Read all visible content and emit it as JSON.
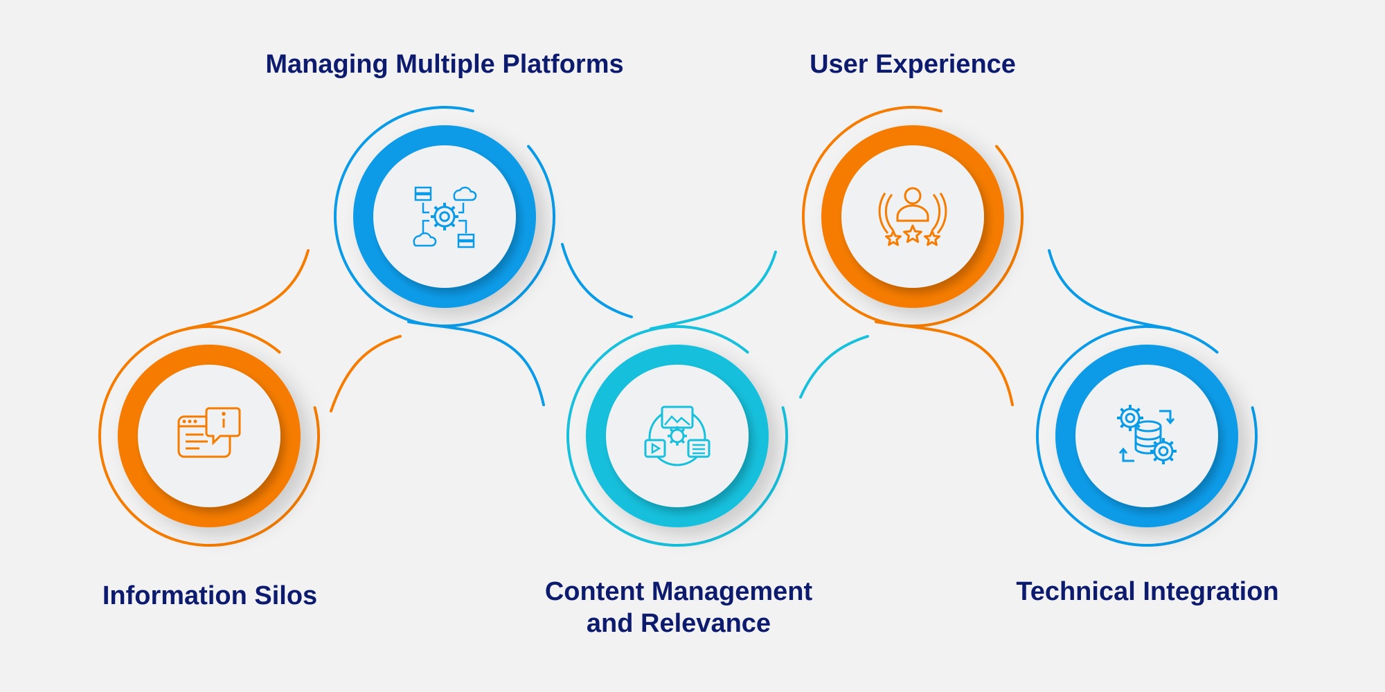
{
  "steps": [
    {
      "title_lines": [
        "Information Silos"
      ],
      "color": "#f57c00",
      "icon": "info-browser-icon"
    },
    {
      "title_lines": [
        "Managing Multiple Platforms"
      ],
      "color": "#0a9be8",
      "icon": "cloud-network-gear-icon"
    },
    {
      "title_lines": [
        "Content Management",
        "and Relevance"
      ],
      "color": "#17c0dc",
      "icon": "media-content-gear-icon"
    },
    {
      "title_lines": [
        "User Experience"
      ],
      "color": "#f57c00",
      "icon": "user-rating-icon"
    },
    {
      "title_lines": [
        "Technical Integration"
      ],
      "color": "#0a9be8",
      "icon": "database-gears-icon"
    }
  ],
  "colors": {
    "background": "#f2f2f2",
    "heading": "#0d1b6e",
    "disc": "#eff1f2"
  }
}
